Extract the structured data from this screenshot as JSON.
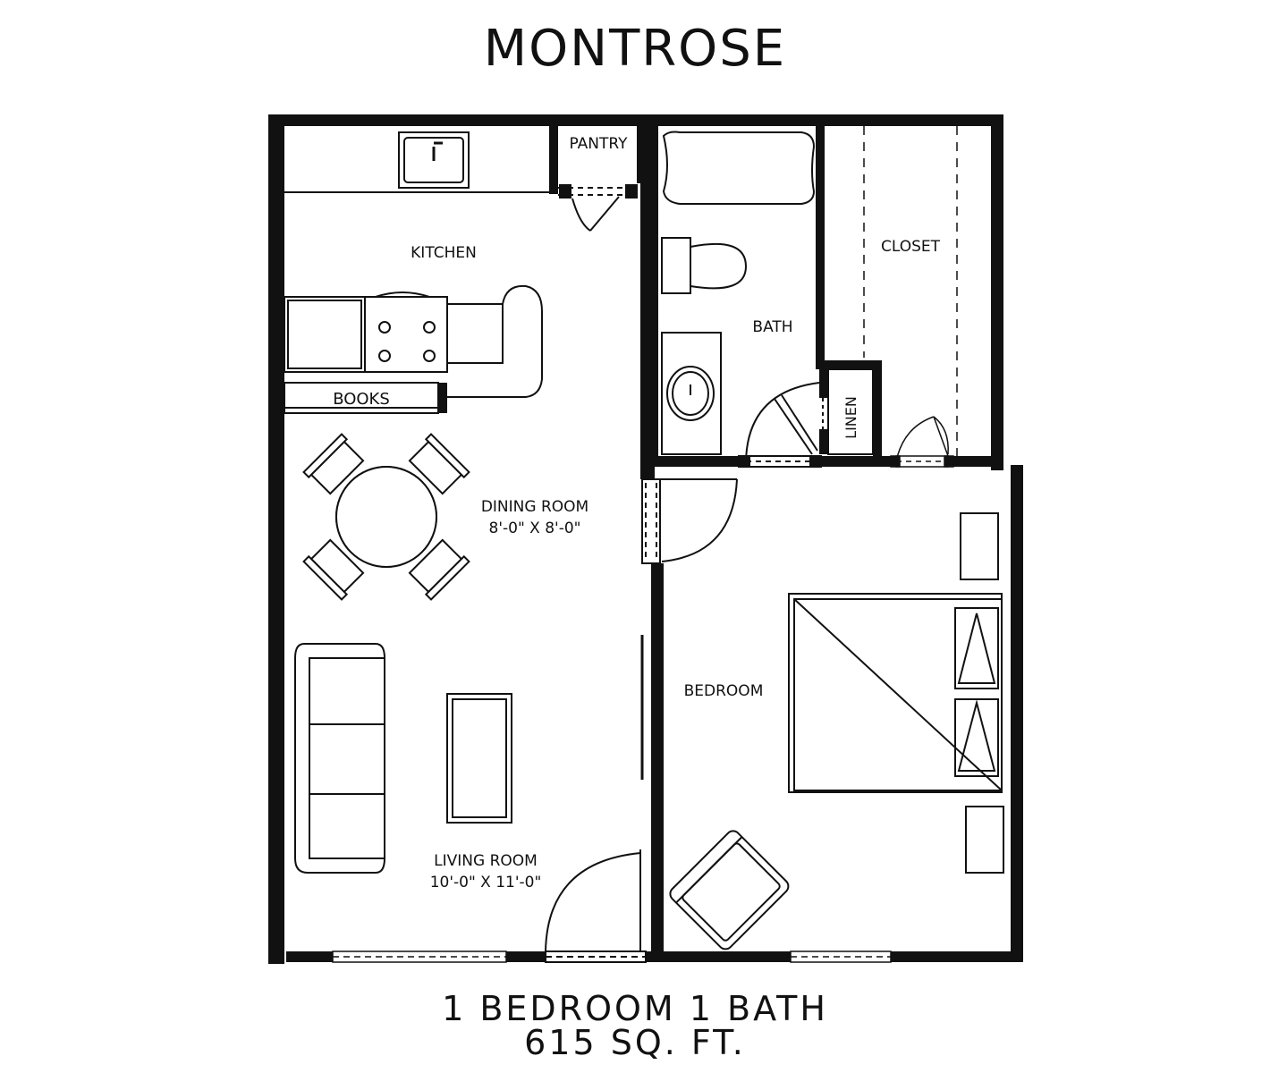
{
  "title": "MONTROSE",
  "summary": {
    "line1": "1 BEDROOM 1 BATH",
    "line2": "615 SQ. FT."
  },
  "rooms": {
    "pantry": "PANTRY",
    "kitchen": "KITCHEN",
    "closet": "CLOSET",
    "bath": "BATH",
    "books": "BOOKS",
    "linen": "LINEN",
    "dining": "DINING ROOM",
    "dining_size": "8'-0\" X 8'-0\"",
    "bedroom": "BEDROOM",
    "living": "LIVING ROOM",
    "living_size": "10'-0\" X 11'-0\""
  }
}
